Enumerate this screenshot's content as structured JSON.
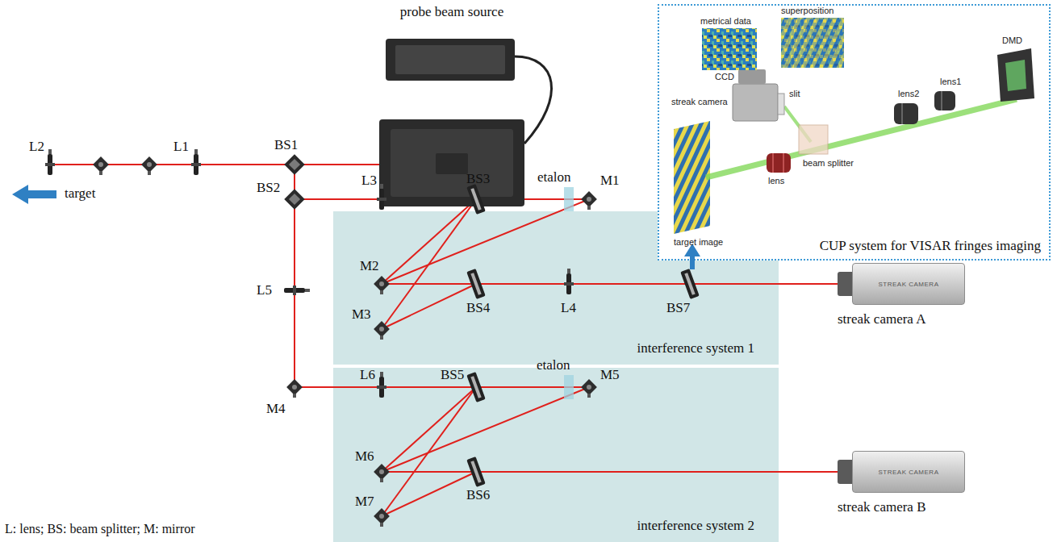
{
  "diagram": {
    "nodes": [
      {
        "text": [
          "probe beam source"
        ]
      },
      {
        "text": [
          "interference system 1"
        ]
      },
      {
        "text": [
          "interference system 2"
        ]
      },
      {
        "text": [
          "CUP system for VISAR fringes imaging"
        ]
      },
      {
        "text": [
          "STREAK CAMERA",
          "streak camera A"
        ]
      },
      {
        "text": [
          "STREAK CAMERA",
          "streak camera B"
        ]
      }
    ],
    "edges": [
      {
        "from": 1,
        "to": 4,
        "arrow": "none"
      },
      {
        "from": 2,
        "to": 5,
        "arrow": "none"
      }
    ],
    "labels": [
      "L2",
      "L1",
      "BS1",
      "target",
      "BS2",
      "L3",
      "BS3",
      "etalon",
      "M1",
      "M2",
      "BS4",
      "M3",
      "L4",
      "BS7",
      "L5",
      "M4",
      "L6",
      "BS5",
      "etalon",
      "M5",
      "M6",
      "BS6",
      "M7",
      "L: lens; BS: beam splitter; M: mirror",
      "metrical data",
      "superposition",
      "CCD",
      "streak camera",
      "slit",
      "lens2",
      "lens1",
      "DMD",
      "beam splitter",
      "lens",
      "target image"
    ]
  }
}
